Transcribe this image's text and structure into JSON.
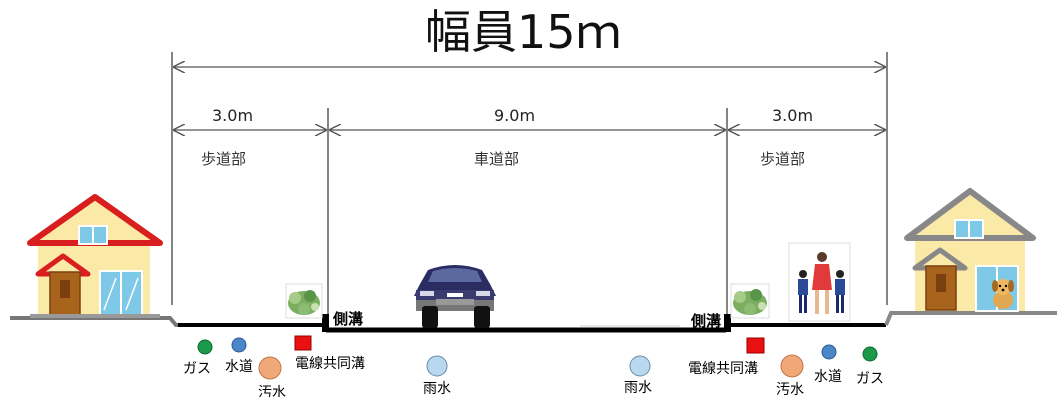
{
  "title": "幅員15ｍ",
  "widths": {
    "left": "3.0m",
    "center": "9.0m",
    "right": "3.0m"
  },
  "sections": {
    "left": "歩道部",
    "center": "車道部",
    "right": "歩道部"
  },
  "gutter": {
    "left": "側溝",
    "right": "側溝"
  },
  "utilities": {
    "gas": "ガス",
    "water": "水道",
    "sewage": "汚水",
    "cable": "電線共同溝",
    "rain": "雨水"
  },
  "colors": {
    "gas": "#1a9a4a",
    "water": "#4a86c8",
    "sewage": "#f0a878",
    "cable": "#e81010",
    "rain": "#b8d8f0",
    "roof_left": "#d81e1e",
    "roof_right": "#888888",
    "house_wall": "#fbe9a8",
    "car": "#2a2c62"
  },
  "icons": [
    "house-icon",
    "car-icon",
    "shrub-icon",
    "pedestrians-icon",
    "dog-icon"
  ]
}
